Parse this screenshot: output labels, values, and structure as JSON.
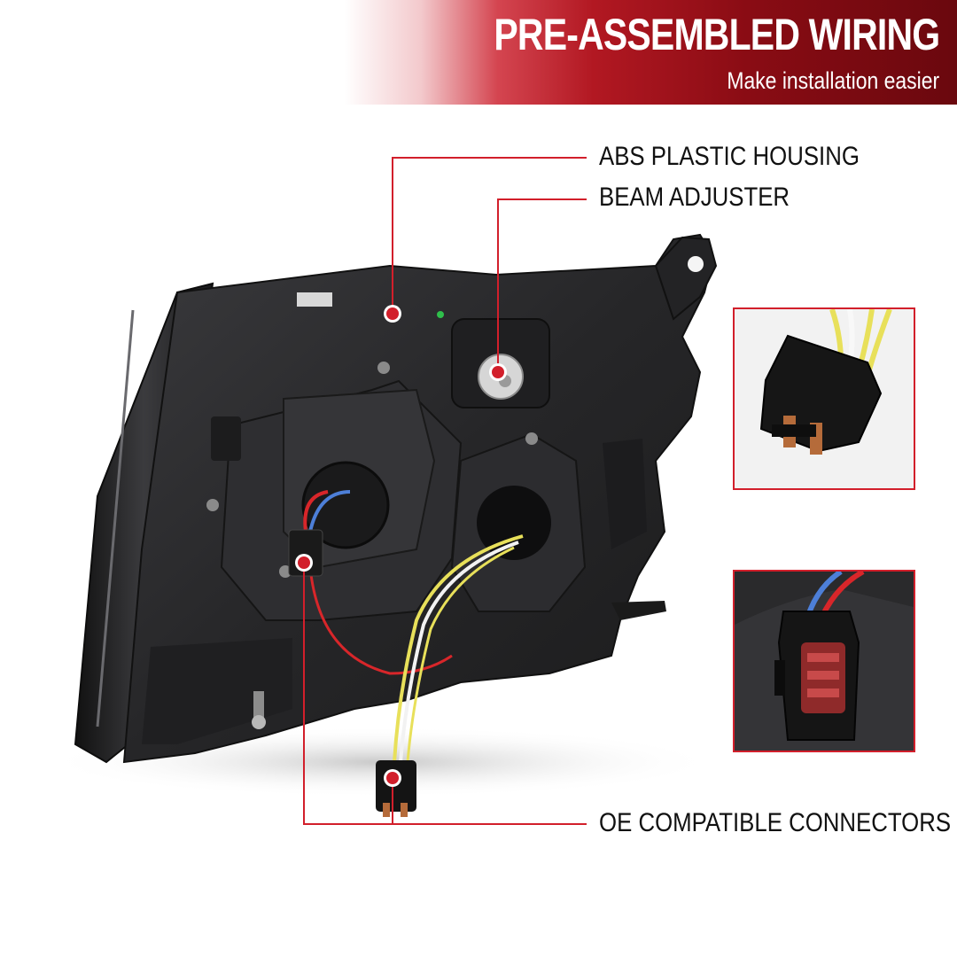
{
  "header": {
    "title": "PRE-ASSEMBLED WIRING",
    "subtitle": "Make installation easier"
  },
  "callouts": {
    "housing": "ABS PLASTIC HOUSING",
    "adjuster": "BEAM ADJUSTER",
    "connectors": "OE COMPATIBLE CONNECTORS"
  },
  "colors": {
    "accent": "#d21f2b",
    "banner_dark": "#6a080e",
    "housing": "#2b2b2d",
    "wire_yellow": "#e8e05a",
    "wire_white": "#f2f2f2",
    "wire_blue": "#4d7fd8",
    "wire_red": "#d8262a"
  }
}
